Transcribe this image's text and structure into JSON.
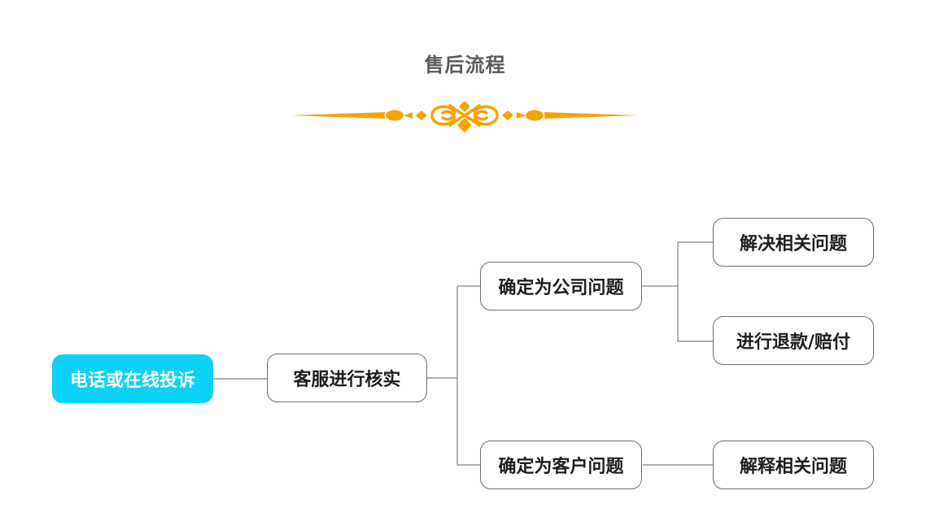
{
  "title": "售后流程",
  "colors": {
    "root_fill": "#0ad2f5",
    "ornament": "#f5a300",
    "connector": "#808080"
  },
  "nodes": {
    "root": "电话或在线投诉",
    "verify": "客服进行核实",
    "company_issue": "确定为公司问题",
    "customer_issue": "确定为客户问题",
    "solve": "解决相关问题",
    "refund": "进行退款/赔付",
    "explain": "解释相关问题"
  }
}
